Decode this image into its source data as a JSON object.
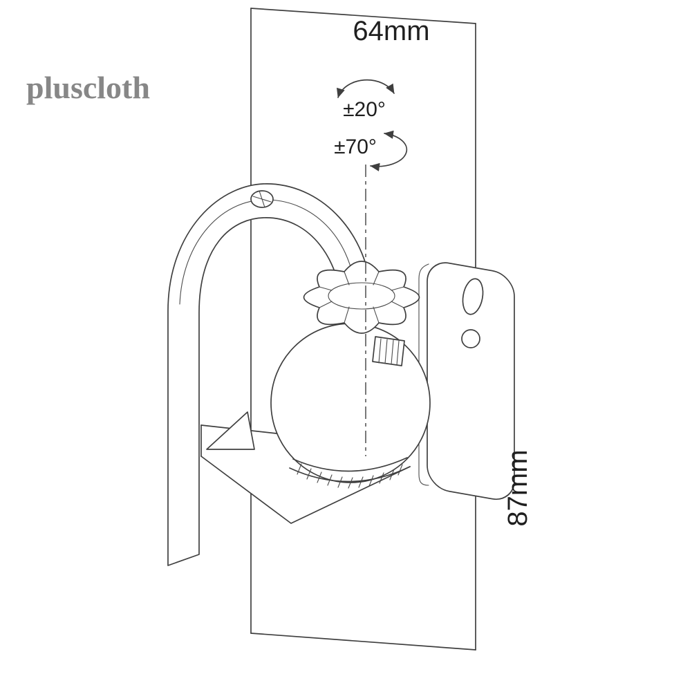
{
  "watermark": {
    "text": "pluscloth",
    "color": "#878787"
  },
  "labels": {
    "width_dimension": "64mm",
    "height_dimension": "87mm",
    "swivel_angle": "±20°",
    "tilt_angle": "±70°"
  },
  "colors": {
    "line": "#3f3f3f",
    "background": "#ffffff"
  }
}
